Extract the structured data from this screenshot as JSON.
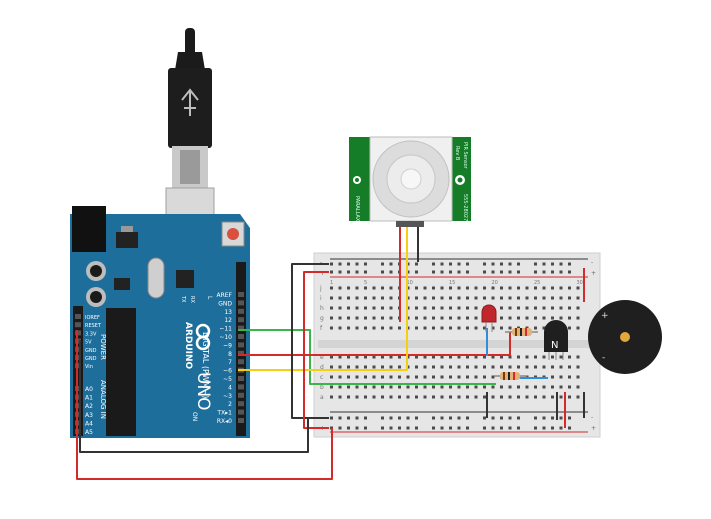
{
  "colors": {
    "arduino_blue": "#1e6e9c",
    "breadboard": "#e6e6e6",
    "pir_green": "#157d28",
    "wire_red": "#d42a2a",
    "wire_black": "#333333",
    "wire_green": "#39b54a",
    "wire_yellow": "#f4cf12",
    "wire_blue": "#2f8ed6",
    "buzzer": "#1f1f1f",
    "led": "#c0272d"
  },
  "arduino": {
    "brand": "ARDUINO",
    "model": "UNO",
    "digital_label": "DIGITAL (PWM~)",
    "power_label": "POWER",
    "analog_label": "ANALOG IN",
    "top_header_labels": [
      "AREF",
      "GND",
      "13",
      "12",
      "~11",
      "~10",
      "~9",
      "8",
      "7",
      "~6",
      "~5",
      "4",
      "~3",
      "2",
      "TX▸1",
      "RX◂0"
    ],
    "power_pins": [
      "IOREF",
      "RESET",
      "3.3V",
      "5V",
      "GND",
      "GND",
      "Vin"
    ],
    "analog_pins": [
      "A0",
      "A1",
      "A2",
      "A3",
      "A4",
      "A5"
    ],
    "tx_rx_leds": [
      "TX",
      "RX"
    ],
    "l_led": "L",
    "on_led": "ON"
  },
  "pir": {
    "title": "PIR Sensor",
    "rev": "Rev B",
    "brand": "PARALLAX",
    "part_no": "555-28027"
  },
  "breadboard": {
    "col_numbers": [
      "1",
      "5",
      "10",
      "15",
      "20",
      "25",
      "30"
    ],
    "row_letters_top": [
      "j",
      "i",
      "h",
      "g",
      "f"
    ],
    "row_letters_bottom": [
      "e",
      "d",
      "c",
      "b",
      "a"
    ],
    "rail_plus": "+",
    "rail_minus": "-"
  },
  "transistor": {
    "label": "N"
  },
  "buzzer": {
    "plus": "+",
    "minus": "-"
  },
  "icons": [
    "usb-cable-icon",
    "resistor-icon",
    "led-icon",
    "buzzer-icon",
    "transistor-icon"
  ]
}
